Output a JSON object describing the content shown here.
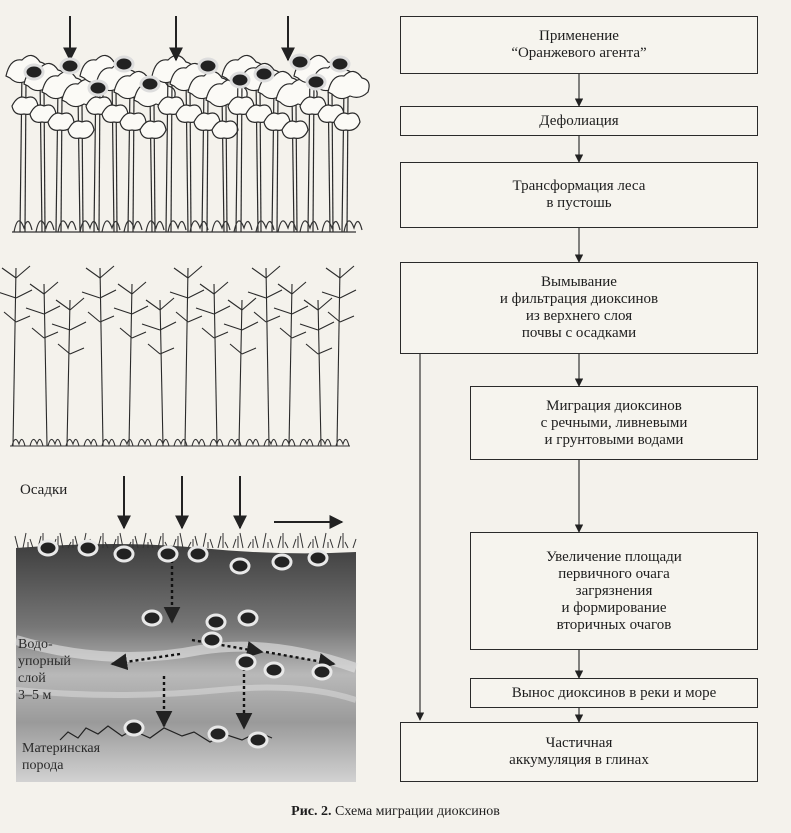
{
  "flow": {
    "steps": [
      "Применение\n“Оранжевого агента”",
      "Дефолиация",
      "Трансформация леса\nв пустошь",
      "Вымывание\nи фильтрация диоксинов\nиз верхнего слоя\nпочвы с осадками",
      "Миграция диоксинов\nс речными, ливневыми\nи грунтовыми водами",
      "Увеличение площади\nпервичного очага\nзагрязнения\nи формирование\nвторичных очагов",
      "Вынос диоксинов в реки и море",
      "Частичная\nаккумуляция в глинах"
    ]
  },
  "soil_panel": {
    "precipitation_label": "Осадки",
    "aquifer_label": "Водо-\nупорный\nслой\n3–5 м",
    "bedrock_label": "Материнская\nпорода"
  },
  "caption": {
    "prefix": "Рис. 2.",
    "text": " Схема миграции диоксинов"
  },
  "colors": {
    "ink": "#1e1e1e",
    "paper": "#f4f2ec",
    "soil_dark": "#4a4a4a",
    "soil_light": "#c8c8c8"
  }
}
